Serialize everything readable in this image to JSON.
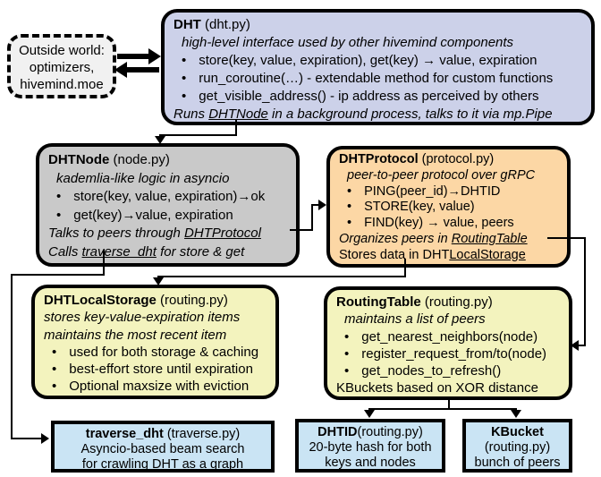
{
  "colors": {
    "dht_fill": "#ccd1e9",
    "dhtnode_fill": "#c9c9c9",
    "dhtprotocol_fill": "#fcd7a5",
    "yellow_fill": "#f3f3be",
    "bottom_fill": "#cae4f4",
    "border": "#000000",
    "background": "#ffffff"
  },
  "outside_world": {
    "line1": "Outside world:",
    "line2": "optimizers,",
    "line3": "hivemind.moe"
  },
  "dht": {
    "title_name": "DHT",
    "title_file": " (dht.py)",
    "subtitle": "high-level interface used by other hivemind components",
    "bullet1": "store(key, value, expiration), get(key) →  value, expiration",
    "bullet2": "run_coroutine(…) - extendable method for custom functions",
    "bullet3": "get_visible_address() - ip address as perceived by others",
    "footer_pre": "Runs ",
    "footer_link": "DHTNode",
    "footer_post": " in a background process, talks to it via mp.Pipe"
  },
  "dhtnode": {
    "title_name": "DHTNode",
    "title_file": " (node.py)",
    "subtitle": "kademlia-like logic in asyncio",
    "bullet1": "store(key, value, expiration)→ok",
    "bullet2": "get(key)→value, expiration",
    "note1_pre": "Talks to peers through ",
    "note1_link": "DHTProtocol",
    "note2_pre": "Calls ",
    "note2_link": "traverse_dht",
    "note2_post": " for store & get"
  },
  "dhtprotocol": {
    "title_name": "DHTProtocol",
    "title_file": " (protocol.py)",
    "subtitle": "peer-to-peer protocol over gRPC",
    "bullet1": "PING(peer_id)→DHTID",
    "bullet2": "STORE(key, value)",
    "bullet3": "FIND(key) →  value, peers",
    "note1_pre": "Organizes peers in ",
    "note1_link": "RoutingTable",
    "note2_pre": "Stores data in DHT",
    "note2_link": "LocalStorage"
  },
  "localstorage": {
    "title_name": "DHTLocalStorage",
    "title_file": " (routing.py)",
    "subtitle1": "stores key-value-expiration items",
    "subtitle2": "maintains the most recent item",
    "bullet1": "used for both storage & caching",
    "bullet2": "best-effort store until expiration",
    "bullet3": "Optional maxsize with eviction"
  },
  "routingtable": {
    "title_name": "RoutingTable",
    "title_file": " (routing.py)",
    "subtitle": "maintains a list of peers",
    "bullet1": "get_nearest_neighbors(node)",
    "bullet2": "register_request_from/to(node)",
    "bullet3": "get_nodes_to_refresh()",
    "footer": "KBuckets based on XOR distance"
  },
  "traverse": {
    "title_name": "traverse_dht",
    "title_file": " (traverse.py)",
    "line2": "Asyncio-based beam search",
    "line3": "for crawling DHT as a graph"
  },
  "dhtid": {
    "title_name": "DHTID",
    "title_file": "(routing.py)",
    "line2": "20-byte hash for both",
    "line3": "keys and nodes"
  },
  "kbucket": {
    "title_name": "KBucket",
    "line2": "(routing.py)",
    "line3": "bunch of peers"
  }
}
